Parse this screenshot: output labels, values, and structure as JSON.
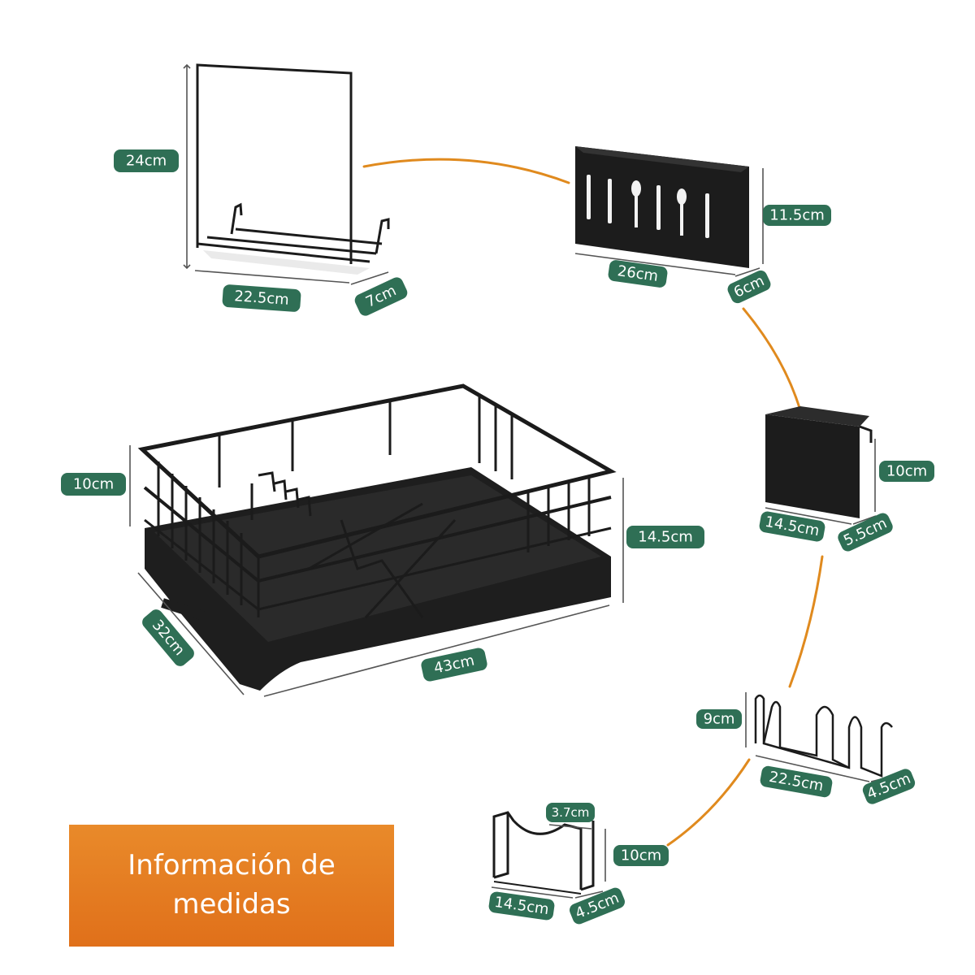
{
  "info_box": {
    "title": "Información de medidas"
  },
  "labels": {
    "board_height": "24cm",
    "board_width": "22.5cm",
    "board_depth": "7cm",
    "cutlery_height": "11.5cm",
    "cutlery_width": "26cm",
    "cutlery_depth": "6cm",
    "cup_height": "10cm",
    "cup_width": "14.5cm",
    "cup_depth": "5.5cm",
    "rack_height_small": "10cm",
    "rack_height_total": "14.5cm",
    "rack_depth": "32cm",
    "rack_width": "43cm",
    "lid_height": "9cm",
    "lid_width": "22.5cm",
    "lid_depth": "4.5cm",
    "cup_holder_hook": "3.7cm",
    "cup_holder_height": "10cm",
    "cup_holder_width": "14.5cm",
    "cup_holder_depth": "4.5cm"
  },
  "colors": {
    "label_bg": "#2f6f55",
    "connector": "#e08a1e",
    "product": "#1b1b1b",
    "info_box": "#e47c22"
  }
}
